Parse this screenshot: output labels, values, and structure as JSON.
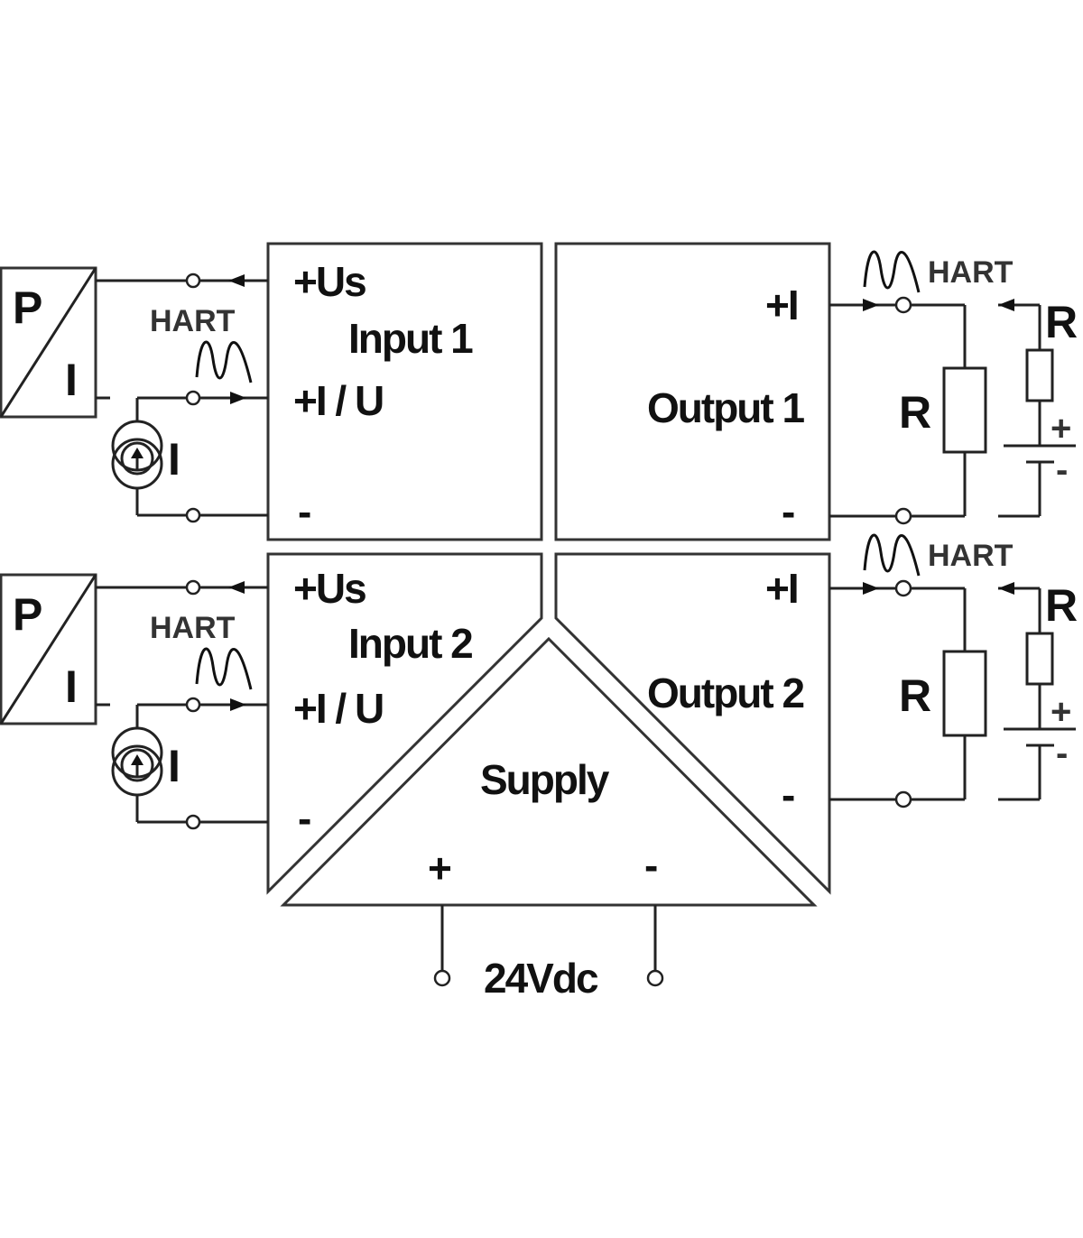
{
  "modules": {
    "input1": {
      "title": "Input 1",
      "us": "+Us",
      "iu": "+I / U",
      "minus": "-"
    },
    "input2": {
      "title": "Input 2",
      "us": "+Us",
      "iu": "+I / U",
      "minus": "-"
    },
    "output1": {
      "title": "Output 1",
      "plus_i": "+I",
      "minus": "-"
    },
    "output2": {
      "title": "Output 2",
      "plus_i": "+I",
      "minus": "-"
    },
    "supply": {
      "title": "Supply",
      "plus": "+",
      "minus": "-",
      "voltage": "24Vdc"
    }
  },
  "left_side": {
    "transmitter_p": "P",
    "transmitter_i": "I",
    "hart": "HART",
    "current_source": "I"
  },
  "right_side": {
    "hart": "HART",
    "load": "R",
    "ext_resistor": "R",
    "battery_plus": "+",
    "battery_minus": "-"
  },
  "colors": {
    "line": "#222222",
    "text": "#111111",
    "hart_text": "#333333"
  }
}
